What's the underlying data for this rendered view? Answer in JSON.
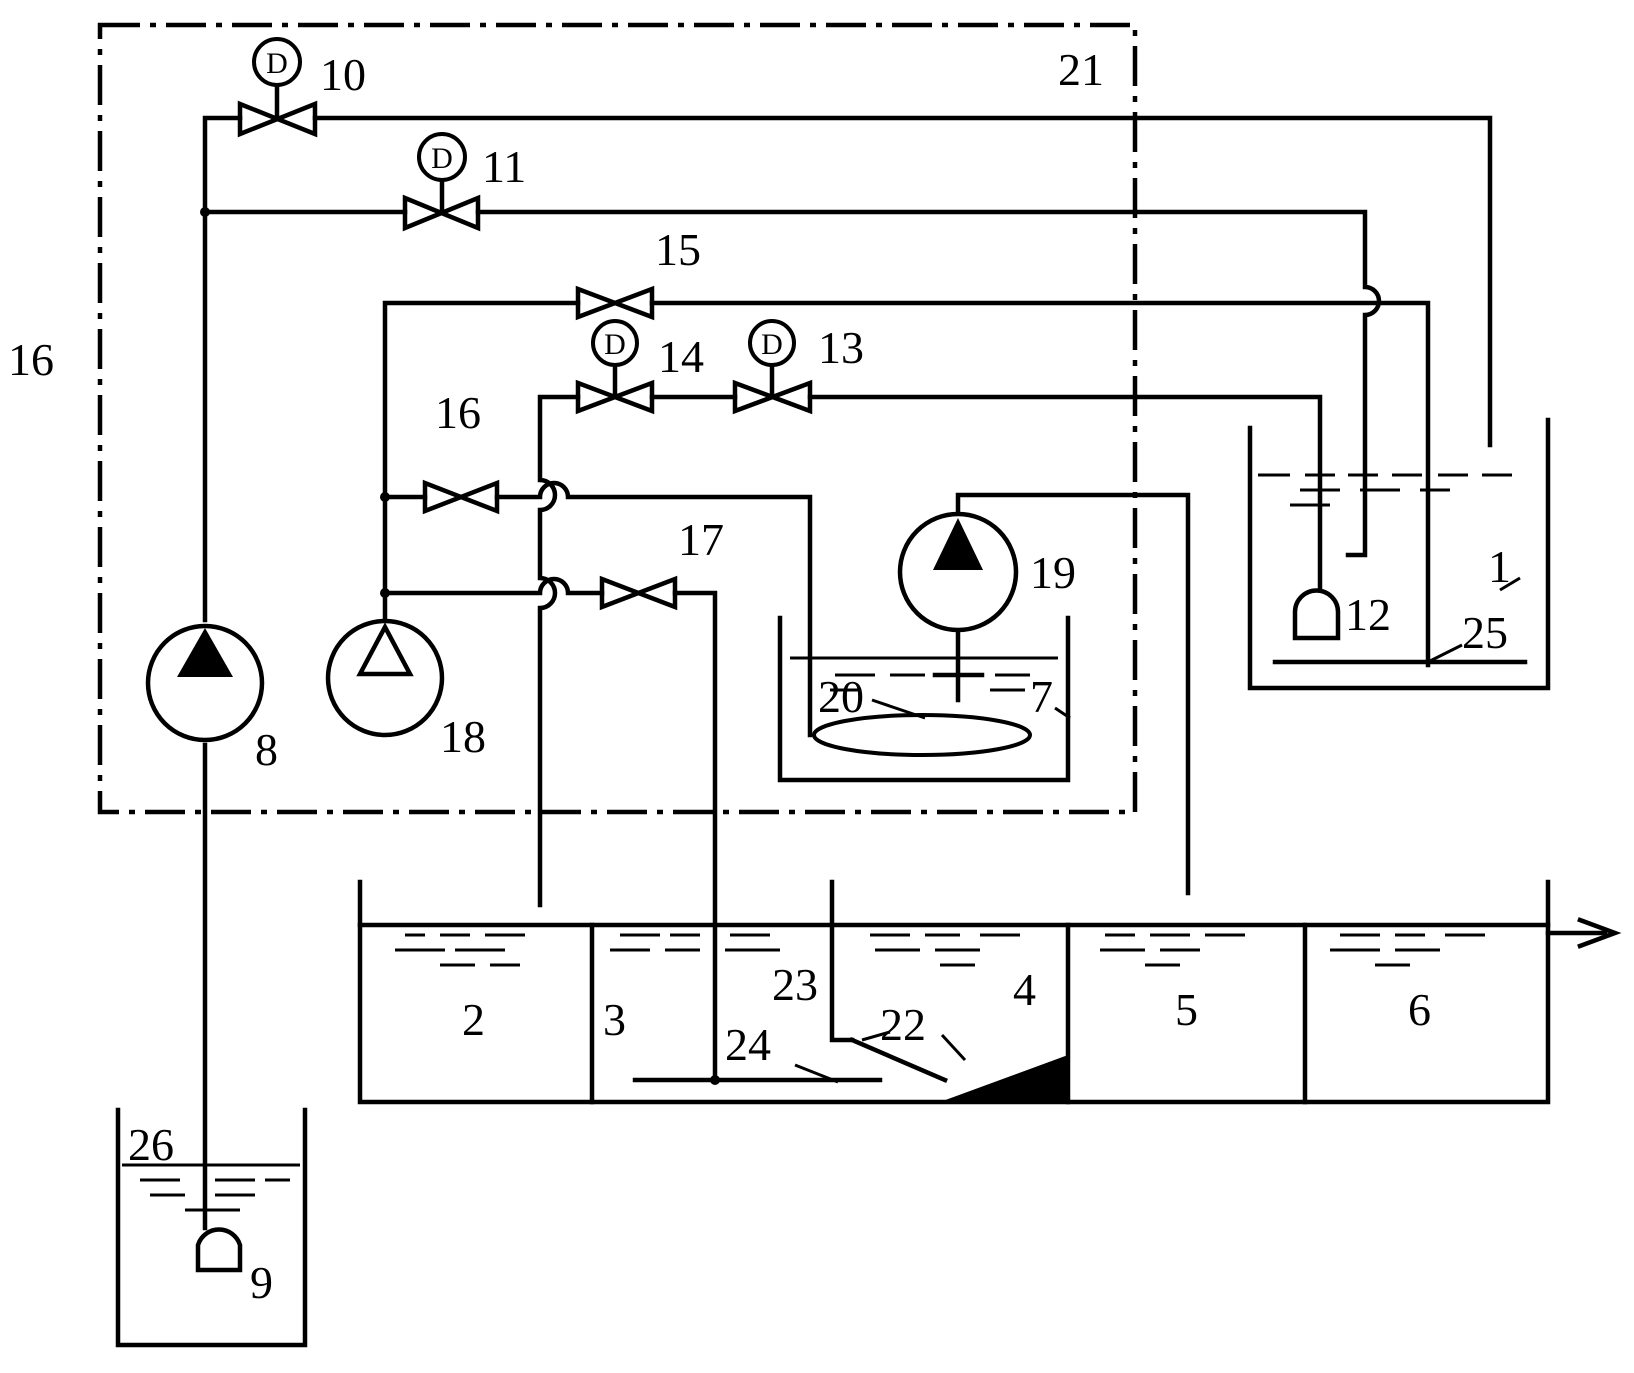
{
  "labels": {
    "l1": "1",
    "l2": "2",
    "l3": "3",
    "l4": "4",
    "l5": "5",
    "l6": "6",
    "l7": "7",
    "l8": "8",
    "l9": "9",
    "l10": "10",
    "l11": "11",
    "l12": "12",
    "l13": "13",
    "l14": "14",
    "l15": "15",
    "l16a": "16",
    "l16b": "16",
    "l17": "17",
    "l18": "18",
    "l19": "19",
    "l20": "20",
    "l21": "21",
    "l22": "22",
    "l23": "23",
    "l24": "24",
    "l25": "25",
    "l26": "26"
  },
  "valve_marks": {
    "v10": "D",
    "v11": "D",
    "v13": "D",
    "v14": "D"
  }
}
